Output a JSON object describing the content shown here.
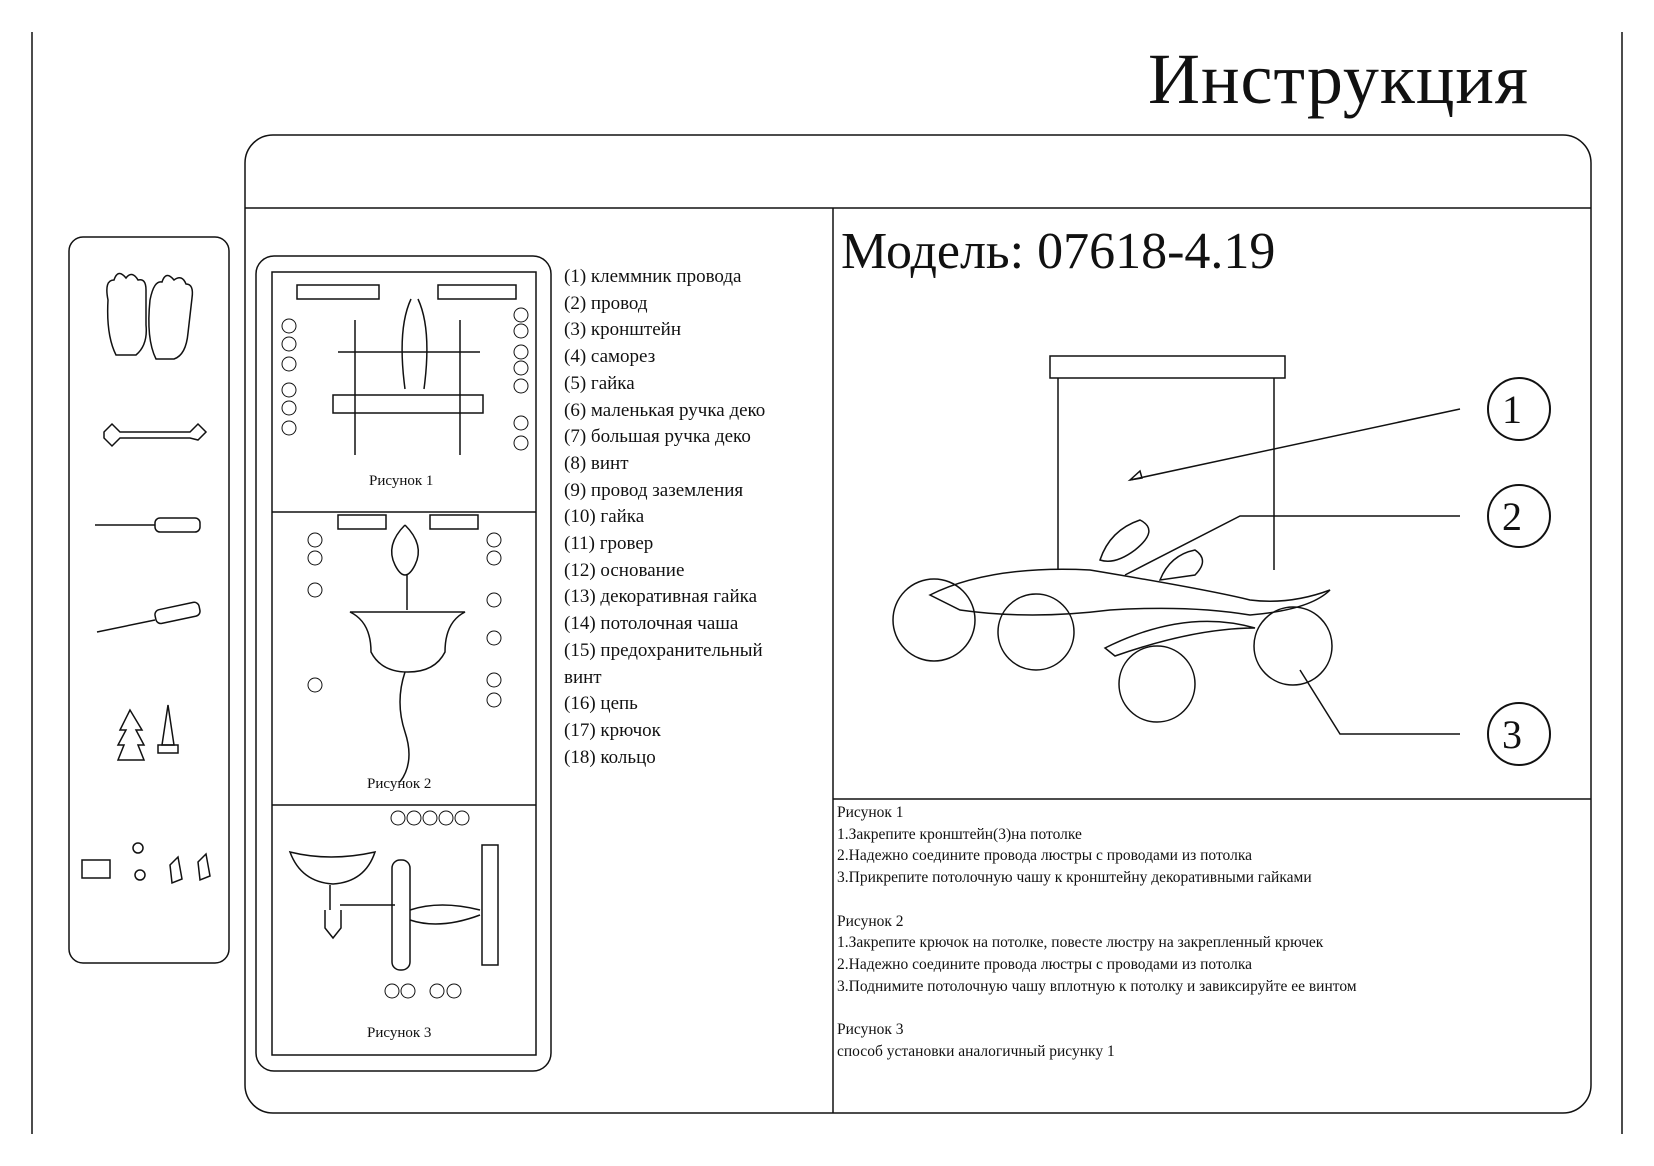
{
  "title": "Инструкция",
  "model": "Модель: 07618-4.19",
  "figure_captions": [
    "Рисунок 1",
    "Рисунок 2",
    "Рисунок 3"
  ],
  "callouts": [
    "1",
    "2",
    "3"
  ],
  "tools": [
    "gloves-icon",
    "wrench-icon",
    "flat-screwdriver-icon",
    "phillips-screwdriver-icon",
    "dowel-and-screw-icon",
    "terminal-block-and-connectors-icon"
  ],
  "parts": [
    "(1) клеммник провода",
    "(2) провод",
    "(3) кронштейн",
    "(4) саморез",
    "(5) гайка",
    "(6) маленькая ручка деко",
    "(7) большая ручка деко",
    "(8) винт",
    "(9) провод заземления",
    "(10) гайка",
    "(11) гровер",
    "(12) основание",
    "(13) декоративная гайка",
    "(14) потолочная чаша",
    "(15) предохранительный",
    "винт",
    "(16) цепь",
    "(17) крючок",
    "(18) кольцо"
  ],
  "steps": {
    "fig1": {
      "title": "Рисунок 1",
      "lines": [
        "1.Закрепите кронштейн(3)на потолке",
        "2.Надежно соедините провода люстры с проводами из потолка",
        "3.Прикрепите потолочную чашу к кронштейну декоративными гайками"
      ]
    },
    "fig2": {
      "title": "Рисунок 2",
      "lines": [
        "1.Закрепите крючок на потолке, повесте люстру на закрепленный крючек",
        "2.Надежно соедините провода люстры с проводами из потолка",
        "3.Поднимите потолочную чашу вплотную к потолку и завиксируйте ее винтом"
      ]
    },
    "fig3": {
      "title": "Рисунок 3",
      "lines": [
        "способ установки аналогичный рисунку 1"
      ]
    }
  }
}
